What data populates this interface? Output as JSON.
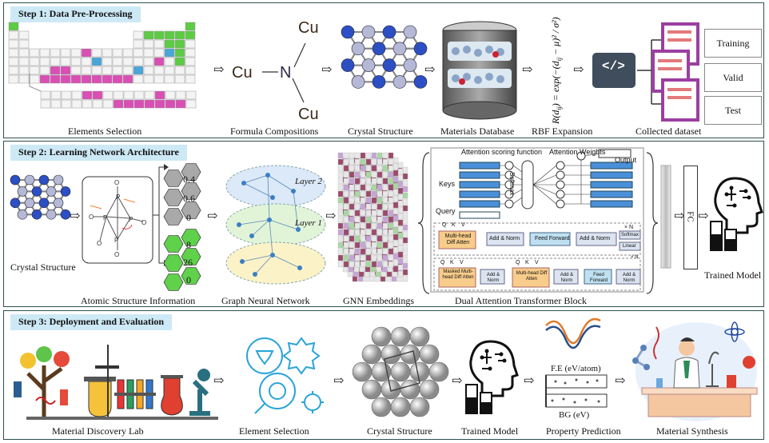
{
  "step1": {
    "title": "Step 1: Data Pre-Processing",
    "captions": {
      "elements": "Elements Selection",
      "formula": "Formula Compositions",
      "crystal": "Crystal Structure",
      "database": "Materials Database",
      "rbf": "RBF Expansion",
      "collected": "Collected dataset"
    },
    "formula_atoms": {
      "center": "N",
      "ligand": "Cu"
    },
    "datasets": [
      "Training",
      "Valid",
      "Test"
    ],
    "code_symbol": "</>"
  },
  "step2": {
    "title": "Step 2: Learning Network Architecture",
    "captions": {
      "crystal": "Crystal Structure",
      "atomic": "Atomic Structure Information",
      "gnn": "Graph Neural Network",
      "embeddings": "GNN Embeddings",
      "dual": "Dual Attention Transformer Block",
      "trained": "Trained Model"
    },
    "hex_values_top": [
      "0.4",
      "0.6",
      "0"
    ],
    "hex_values_bottom": [
      "8",
      "26",
      "0"
    ],
    "layers": [
      "Layer 2",
      "Layer 1"
    ],
    "attention": {
      "scoring": "Attention scoring function",
      "weights": "Attention Weights",
      "output": "Output",
      "keys": "Keys",
      "query": "Query",
      "softmax": "Softmax"
    },
    "encoder": {
      "qkv": [
        "Q",
        "K",
        "V"
      ],
      "mha": "Multi-head Diff Atten",
      "masked": "Masked Multi-head Diff Atten",
      "addnorm": "Add & Norm",
      "ff": "Feed Forward",
      "nx": "× N",
      "softmax": "Softmax",
      "linear": "Linear"
    },
    "fc": "FC"
  },
  "step3": {
    "title": "Step 3: Deployment and Evaluation",
    "captions": {
      "lab": "Material Discovery Lab",
      "element": "Element Selection",
      "crystal": "Crystal Structure",
      "trained": "Trained Model",
      "property": "Property Prediction",
      "synthesis": "Material Synthesis"
    },
    "property_labels": {
      "fe": "F.E (eV/atom)",
      "bg": "BG (eV)"
    }
  },
  "colors": {
    "border": "#2f4f4f",
    "step_bg": "#cde9f6",
    "green": "#5ecb44",
    "magenta": "#d94fb4",
    "blue_atom": "#2c4fc4",
    "grey_atom": "#b5b9d6",
    "hex_grey": "#a9a9a9",
    "hex_green": "#5fd14a",
    "purple_doc": "#9b3fa0"
  }
}
